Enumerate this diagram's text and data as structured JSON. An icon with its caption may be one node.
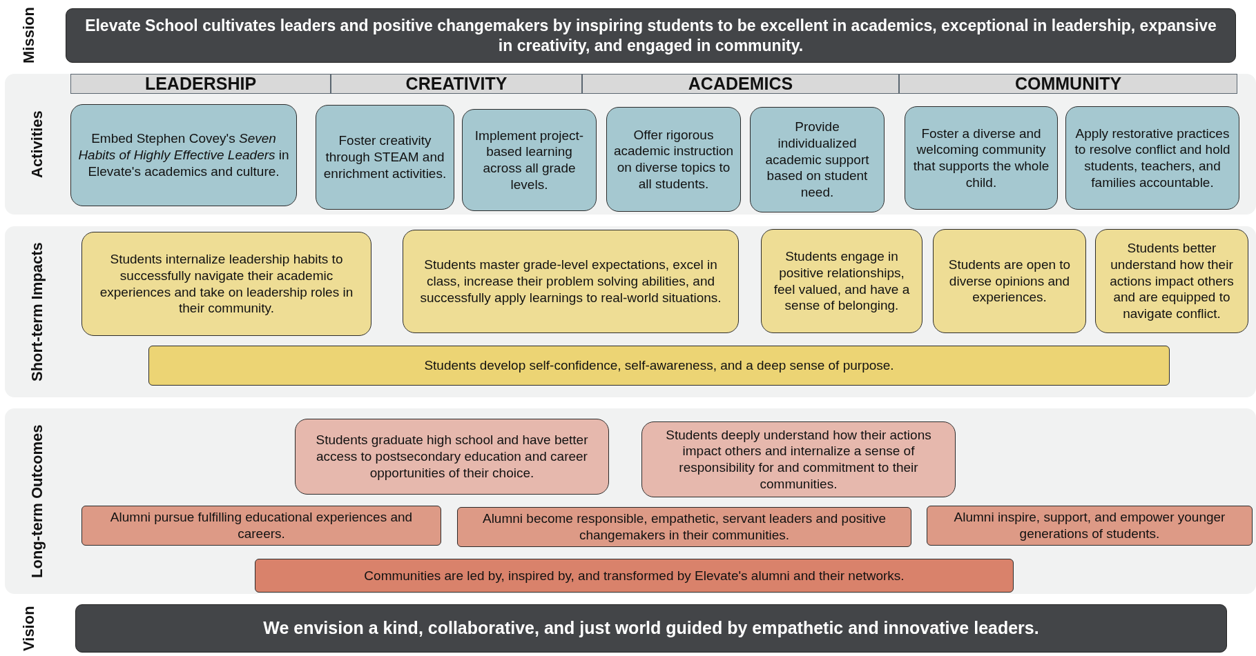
{
  "diagram": {
    "nodes": [
      {
        "text": [
          "Elevate School cultivates leaders and positive changemakers by inspiring students to be excellent in academics, exceptional in leadership, expansive in creativity, and engaged in community."
        ],
        "beside": [
          "Mission"
        ]
      },
      {
        "text": [
          "Activities"
        ]
      },
      {
        "text": [
          "LEADERSHIP"
        ],
        "in": 1
      },
      {
        "text": [
          "CREATIVITY"
        ],
        "in": 1
      },
      {
        "text": [
          "ACADEMICS"
        ],
        "in": 1
      },
      {
        "text": [
          "COMMUNITY"
        ],
        "in": 1
      },
      {
        "text": [
          "Embed Stephen Covey's *Seven Habits of Highly Effective Leaders* in Elevate's academics and culture."
        ],
        "in": 1
      },
      {
        "text": [
          "Foster creativity through STEAM and enrichment activities."
        ],
        "in": 1
      },
      {
        "text": [
          "Implement project-based learning across all grade levels."
        ],
        "in": 1
      },
      {
        "text": [
          "Offer rigorous academic instruction on diverse topics to all students."
        ],
        "in": 1
      },
      {
        "text": [
          "Provide individualized academic support based on student need."
        ],
        "in": 1
      },
      {
        "text": [
          "Foster a diverse and welcoming community that supports the whole child."
        ],
        "in": 1
      },
      {
        "text": [
          "Apply restorative practices to resolve conflict and hold students, teachers, and families accountable."
        ],
        "in": 1
      },
      {
        "text": [
          "Short-term Impacts"
        ]
      },
      {
        "text": [
          "Students internalize leadership habits to successfully navigate their academic experiences and take on leadership roles in their community."
        ],
        "in": 13
      },
      {
        "text": [
          "Students master grade-level expectations, excel in class, increase their problem solving abilities, and successfully apply learnings to real-world situations."
        ],
        "in": 13
      },
      {
        "text": [
          "Students engage in positive relationships, feel valued, and have a sense of belonging."
        ],
        "in": 13
      },
      {
        "text": [
          "Students are open to diverse opinions and experiences."
        ],
        "in": 13
      },
      {
        "text": [
          "Students better understand how their actions impact others and are equipped to navigate conflict."
        ],
        "in": 13
      },
      {
        "text": [
          "Students develop self-confidence, self-awareness, and a deep sense of purpose."
        ],
        "in": 13
      },
      {
        "text": [
          "Long-term Outcomes"
        ]
      },
      {
        "text": [
          "Students graduate high school and have better access to postsecondary education and career opportunities of their choice."
        ],
        "in": 20
      },
      {
        "text": [
          "Students deeply understand how their actions impact others and internalize a sense of responsibility for and commitment to their communities."
        ],
        "in": 20
      },
      {
        "text": [
          "Alumni pursue fulfilling educational experiences and careers."
        ],
        "in": 20
      },
      {
        "text": [
          "Alumni become responsible, empathetic, servant leaders and positive changemakers in their communities."
        ],
        "in": 20
      },
      {
        "text": [
          "Alumni inspire, support, and empower younger generations of students."
        ],
        "in": 20
      },
      {
        "text": [
          "Communities are led by, inspired by, and transformed by Elevate's alumni and their networks."
        ],
        "in": 20
      },
      {
        "text": [
          "We envision a kind, collaborative, and just world guided by empathetic and innovative leaders."
        ],
        "beside": [
          "Vision"
        ]
      }
    ],
    "edges": []
  }
}
